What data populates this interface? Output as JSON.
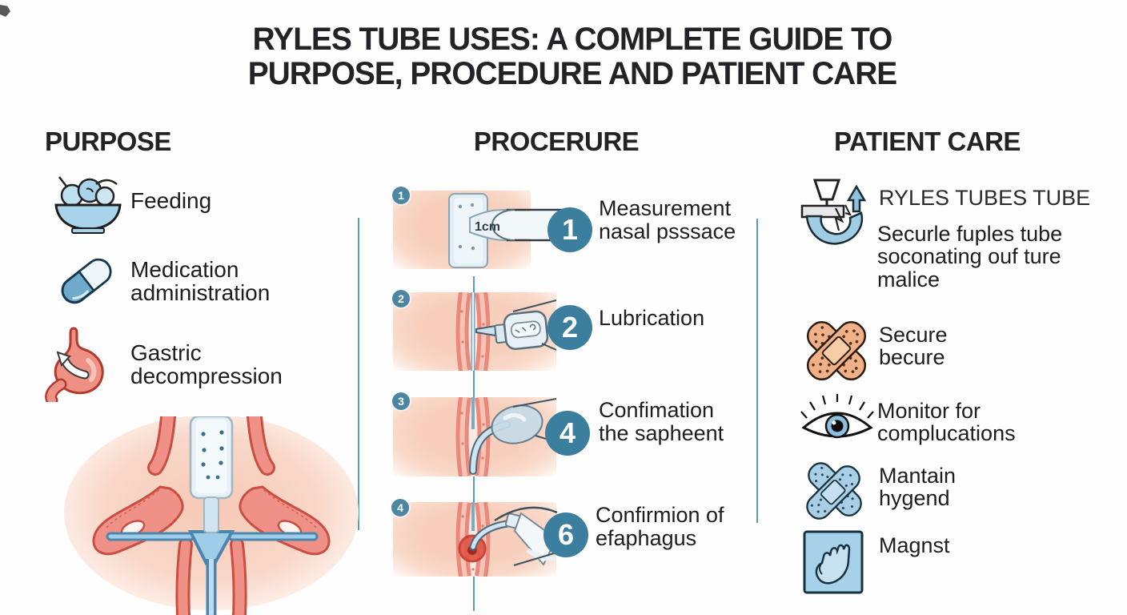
{
  "title": {
    "text": "RYLES TUBE USES: A COMPLETE GUIDE TO\nPURPOSE, PROCEDURE AND PATIENT CARE"
  },
  "colors": {
    "accent_teal": "#3c7e9e",
    "step_pink": "#f8cfbc",
    "icon_blue": "#a9d3ea",
    "divider_blue": "#5f9cba",
    "ink": "#232327"
  },
  "purpose": {
    "header": "PURPOSE",
    "items": [
      {
        "icon": "food-bowl-icon",
        "label": "Feeding"
      },
      {
        "icon": "medication-capsule-icon",
        "label": "Medication\nadministration"
      },
      {
        "icon": "stomach-icon",
        "label": "Gastric\ndecompression"
      }
    ]
  },
  "procedure": {
    "header": "PROCERURE",
    "steps": [
      {
        "badge": "1",
        "circle_number": "1",
        "label": "Measurement\nnasal psssace",
        "image_text": "1cm"
      },
      {
        "badge": "2",
        "circle_number": "2",
        "label": "Lubrication"
      },
      {
        "badge": "3",
        "circle_number": "4",
        "label": "Confimation\nthe sapheent"
      },
      {
        "badge": "4",
        "circle_number": "6",
        "label": "Confirmion of\nefaphagus"
      }
    ]
  },
  "patient_care": {
    "header": "PATIENT CARE",
    "items": [
      {
        "icon": "tube-fastening-icon",
        "title": "RYLES TUBES TUBE",
        "label": "Securle fuples tube\nsoconating ouf ture\nmalice"
      },
      {
        "icon": "crossed-bandages-icon",
        "label": "Secure\nbecure"
      },
      {
        "icon": "eye-icon",
        "label": "Monitor for\ncomplucations"
      },
      {
        "icon": "crossed-blue-bandages-icon",
        "label": "Mantain\nhygend"
      },
      {
        "icon": "glove-icon",
        "label": "Magnst"
      }
    ]
  }
}
